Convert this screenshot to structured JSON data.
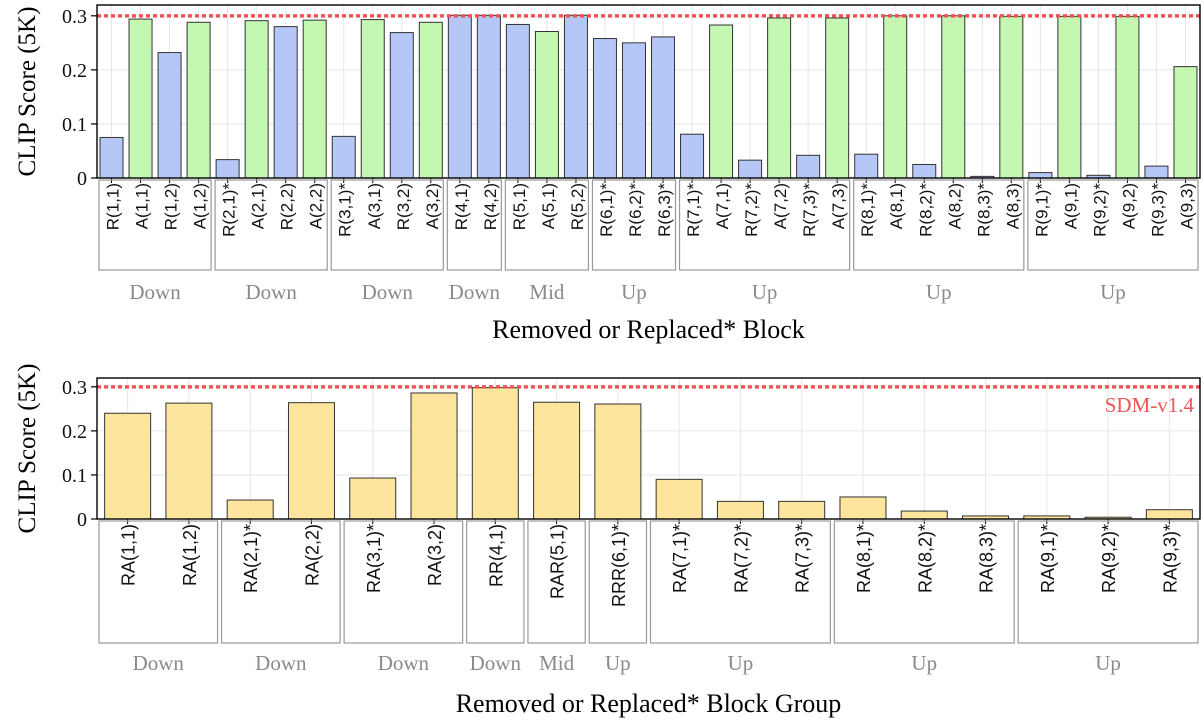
{
  "chart_data": [
    {
      "type": "bar",
      "ylabel": "CLIP Score (5K)",
      "xlabel": "Removed or Replaced* Block",
      "ylim": [
        0,
        0.32
      ],
      "yticks": [
        "0",
        "0.1",
        "0.2",
        "0.3"
      ],
      "yticks_values": [
        0,
        0.1,
        0.2,
        0.3
      ],
      "grid": true,
      "reference": {
        "name": "SDM-v1.4",
        "value": 0.3,
        "label_shown": false
      },
      "colors": {
        "R": "#b4c7f7",
        "A": "#c4f7b2",
        "reference": "#ee5555"
      },
      "categories": [
        "R(1,1)",
        "A(1,1)",
        "R(1,2)",
        "A(1,2)",
        "R(2,1)*",
        "A(2,1)",
        "R(2,2)",
        "A(2,2)",
        "R(3,1)*",
        "A(3,1)",
        "R(3,2)",
        "A(3,2)",
        "R(4,1)",
        "R(4,2)",
        "R(5,1)",
        "A(5,1)",
        "R(5,2)",
        "R(6,1)*",
        "R(6,2)*",
        "R(6,3)*",
        "R(7,1)*",
        "A(7,1)",
        "R(7,2)*",
        "A(7,2)",
        "R(7,3)*",
        "A(7,3)",
        "R(8,1)*",
        "A(8,1)",
        "R(8,2)*",
        "A(8,2)",
        "R(8,3)*",
        "A(8,3)",
        "R(9,1)*",
        "A(9,1)",
        "R(9,2)*",
        "A(9,2)",
        "R(9,3)*",
        "A(9,3)"
      ],
      "values": [
        0.075,
        0.294,
        0.232,
        0.288,
        0.034,
        0.291,
        0.28,
        0.292,
        0.077,
        0.293,
        0.269,
        0.288,
        0.301,
        0.301,
        0.284,
        0.271,
        0.301,
        0.258,
        0.25,
        0.261,
        0.081,
        0.283,
        0.033,
        0.296,
        0.042,
        0.296,
        0.044,
        0.3,
        0.025,
        0.3,
        0.003,
        0.299,
        0.01,
        0.299,
        0.005,
        0.299,
        0.022,
        0.206
      ],
      "bar_types": [
        "R",
        "A",
        "R",
        "A",
        "R",
        "A",
        "R",
        "A",
        "R",
        "A",
        "R",
        "A",
        "R",
        "R",
        "R",
        "A",
        "R",
        "R",
        "R",
        "R",
        "R",
        "A",
        "R",
        "A",
        "R",
        "A",
        "R",
        "A",
        "R",
        "A",
        "R",
        "A",
        "R",
        "A",
        "R",
        "A",
        "R",
        "A"
      ],
      "groups": [
        {
          "label": "Down",
          "count": 4
        },
        {
          "label": "Down",
          "count": 4
        },
        {
          "label": "Down",
          "count": 4
        },
        {
          "label": "Down",
          "count": 2
        },
        {
          "label": "Mid",
          "count": 3
        },
        {
          "label": "Up",
          "count": 3
        },
        {
          "label": "Up",
          "count": 6
        },
        {
          "label": "Up",
          "count": 6
        },
        {
          "label": "Up",
          "count": 6
        }
      ]
    },
    {
      "type": "bar",
      "ylabel": "CLIP Score (5K)",
      "xlabel": "Removed or Replaced* Block Group",
      "ylim": [
        0,
        0.32
      ],
      "yticks": [
        "0",
        "0.1",
        "0.2",
        "0.3"
      ],
      "yticks_values": [
        0,
        0.1,
        0.2,
        0.3
      ],
      "grid": true,
      "reference": {
        "name": "SDM-v1.4",
        "value": 0.3,
        "label_shown": true
      },
      "colors": {
        "bar": "#fde59d",
        "reference": "#ee5555"
      },
      "categories": [
        "RA(1,1)",
        "RA(1,2)",
        "RA(2,1)*",
        "RA(2,2)",
        "RA(3,1)*",
        "RA(3,2)",
        "RR(4,1)",
        "RAR(5,1)",
        "RRR(6,1)*",
        "RA(7,1)*",
        "RA(7,2)*",
        "RA(7,3)*",
        "RA(8,1)*",
        "RA(8,2)*",
        "RA(8,3)*",
        "RA(9,1)*",
        "RA(9,2)*",
        "RA(9,3)*"
      ],
      "values": [
        0.24,
        0.263,
        0.043,
        0.264,
        0.093,
        0.286,
        0.298,
        0.265,
        0.261,
        0.09,
        0.04,
        0.04,
        0.05,
        0.018,
        0.007,
        0.007,
        0.004,
        0.021
      ],
      "groups": [
        {
          "label": "Down",
          "count": 2
        },
        {
          "label": "Down",
          "count": 2
        },
        {
          "label": "Down",
          "count": 2
        },
        {
          "label": "Down",
          "count": 1
        },
        {
          "label": "Mid",
          "count": 1
        },
        {
          "label": "Up",
          "count": 1
        },
        {
          "label": "Up",
          "count": 3
        },
        {
          "label": "Up",
          "count": 3
        },
        {
          "label": "Up",
          "count": 3
        }
      ]
    }
  ]
}
